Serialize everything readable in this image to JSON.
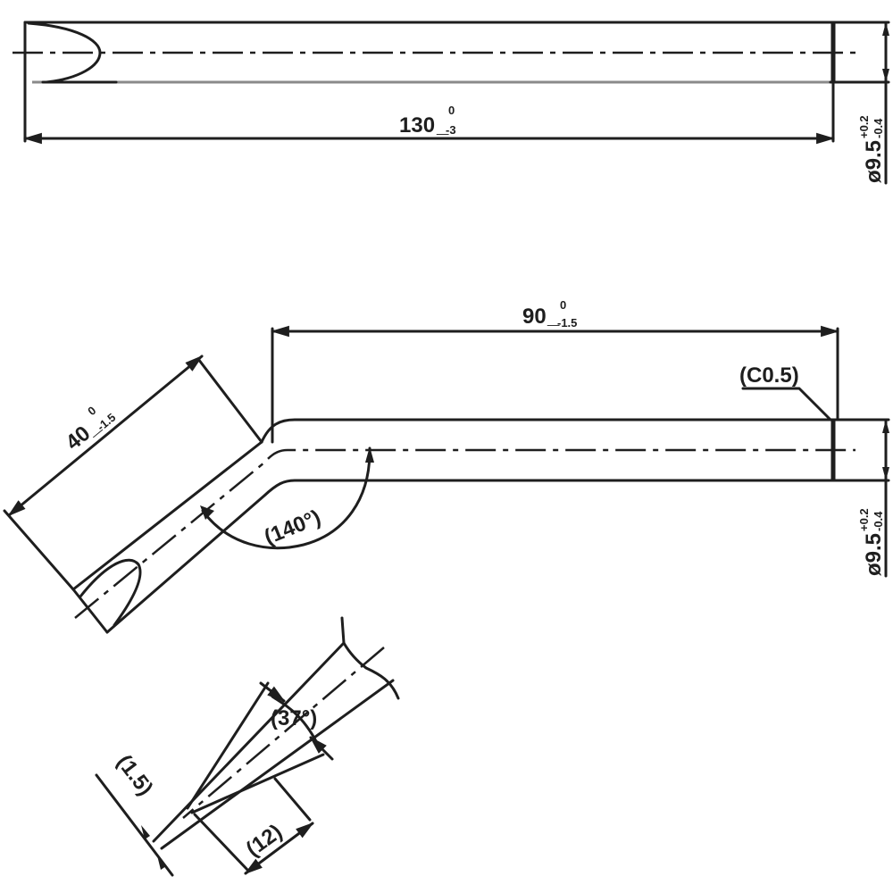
{
  "drawing": {
    "stroke_color": "#1e1e1e",
    "background": "#ffffff",
    "views": {
      "straight_tip": {
        "length_label": {
          "nominal": "130",
          "upper": "0",
          "lower": "-3"
        },
        "diameter_label": {
          "nominal": "ø9.5",
          "upper": "+0.2",
          "lower": "-0.4"
        }
      },
      "bent_tip": {
        "straight_length_label": {
          "nominal": "90",
          "upper": "0",
          "lower": "-1.5"
        },
        "angled_length_label": {
          "nominal": "40",
          "upper": "0",
          "lower": "-1.5"
        },
        "bend_angle_label": "(140°)",
        "chamfer_label": "(C0.5)",
        "diameter_label": {
          "nominal": "ø9.5",
          "upper": "+0.2",
          "lower": "-0.4"
        }
      },
      "tip_detail": {
        "taper_angle_label": "(37°)",
        "tip_width_label": "(1.5)",
        "taper_length_label": "(12)"
      }
    }
  }
}
